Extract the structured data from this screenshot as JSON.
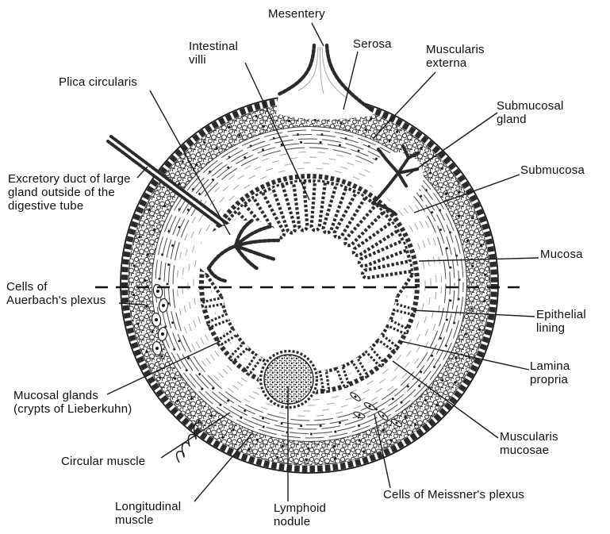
{
  "colors": {
    "ink": "#111111",
    "paper": "#ffffff"
  },
  "labels": {
    "mesentery": "Mesentery",
    "intestinal_villi": "Intestinal\nvilli",
    "serosa": "Serosa",
    "muscularis_externa": "Muscularis\nexterna",
    "submucosal_gland": "Submucosal\ngland",
    "submucosa": "Submucosa",
    "mucosa": "Mucosa",
    "epithelial_lining": "Epithelial\nlining",
    "lamina_propria": "Lamina\npropria",
    "muscularis_mucosae": "Muscularis\nmucosae",
    "cells_of_meissners_plexus": "Cells of Meissner's plexus",
    "lymphoid_nodule": "Lymphoid\nnodule",
    "longitudinal_muscle": "Longitudinal\nmuscle",
    "circular_muscle": "Circular muscle",
    "mucosal_glands": "Mucosal glands\n(crypts of Lieberkuhn)",
    "cells_of_auerbachs_plexus": "Cells of\nAuerbach's plexus",
    "excretory_duct": "Excretory duct of large\ngland outside of the\ndigestive tube",
    "plica_circularis": "Plica circularis"
  }
}
